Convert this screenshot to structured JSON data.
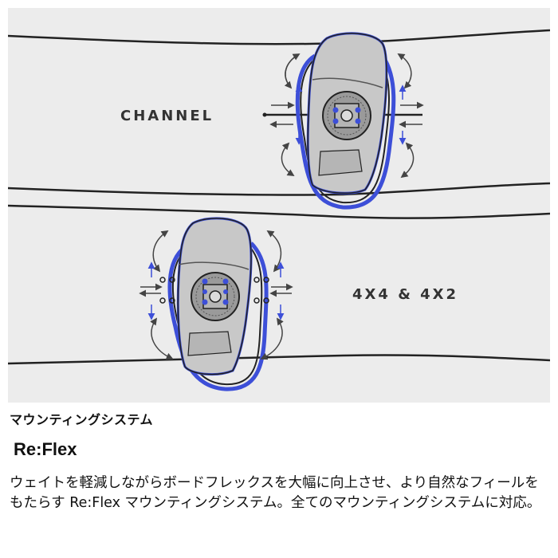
{
  "illustration": {
    "channel_label": "CHANNEL",
    "fourhole_label": "4X4 & 4X2",
    "colors": {
      "board_fill": "#ececec",
      "board_outline": "#222222",
      "accent_blue": "#3d4fd8",
      "binding_gray": "#c8c8c8",
      "disc_gray": "#9a9a9a"
    }
  },
  "section_label": "マウンティングシステム",
  "product_title": "Re:Flex",
  "description": "ウェイトを軽減しながらボードフレックスを大幅に向上させ、より自然なフィールをもたらす Re:Flex マウンティングシステム。全てのマウンティングシステムに対応。"
}
